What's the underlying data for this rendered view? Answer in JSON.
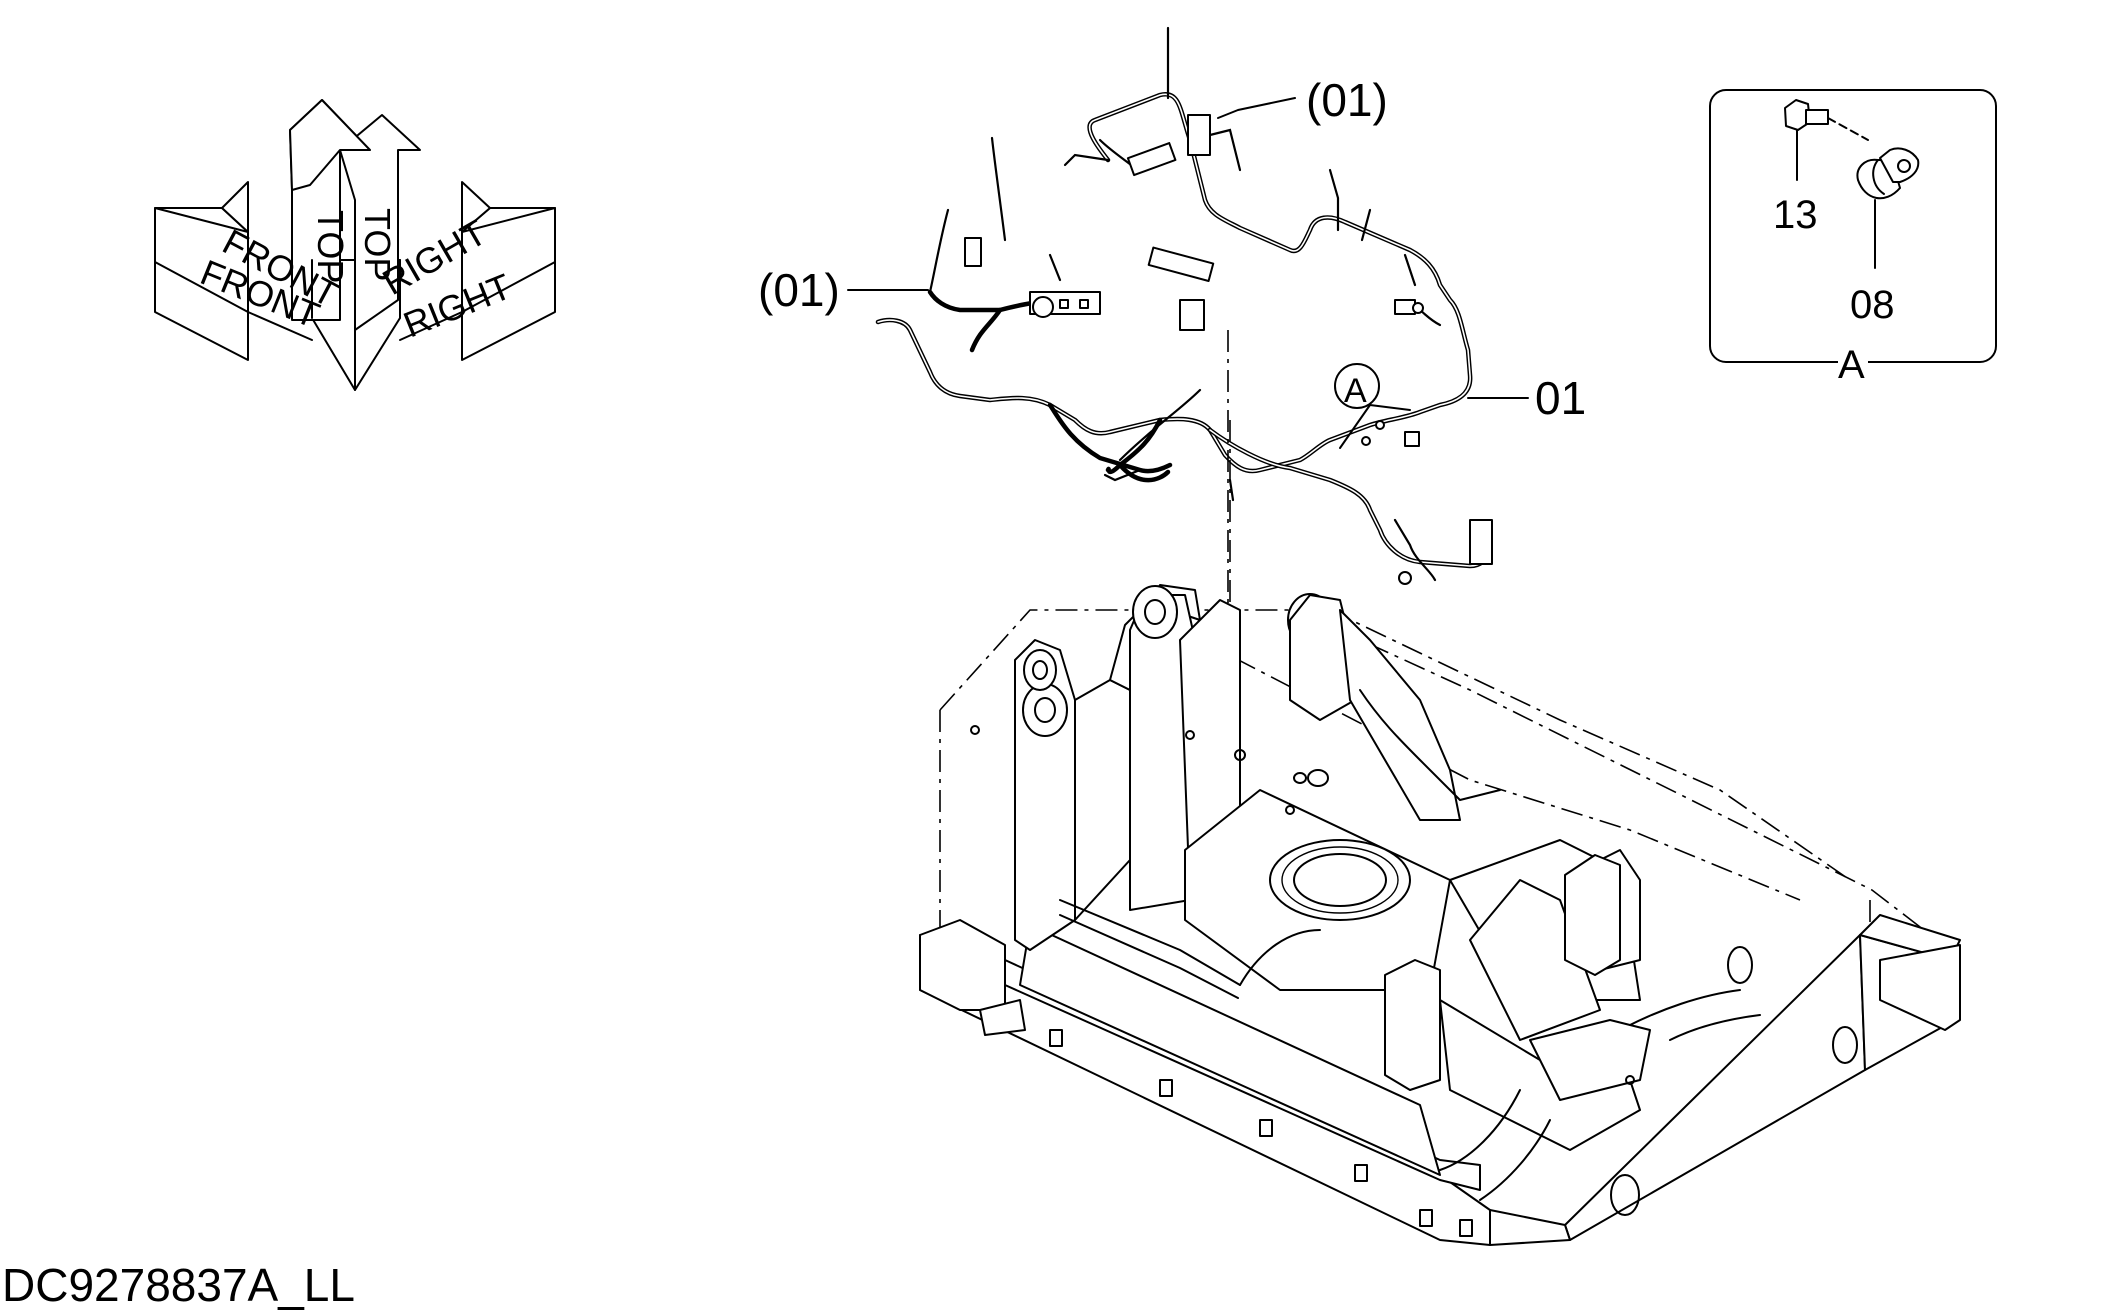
{
  "orientation": {
    "labels": [
      "FRONT",
      "FRONT",
      "TOP",
      "TOP",
      "RIGHT",
      "RIGHT"
    ]
  },
  "callouts": {
    "harness_upper": "(01)",
    "harness_left": "(01)",
    "harness_main": "01",
    "detail_ref": "A"
  },
  "detail": {
    "bolt": "13",
    "clamp": "08",
    "title": "A"
  },
  "document_id": "DC9278837A_LL"
}
